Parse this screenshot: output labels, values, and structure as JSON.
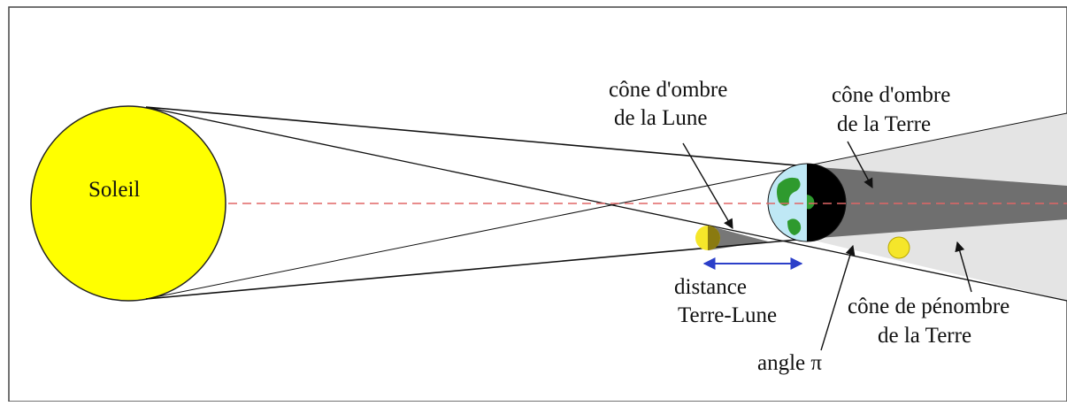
{
  "labels": {
    "sun": "Soleil",
    "moon_umbra_1": "cône d'ombre",
    "moon_umbra_2": "de la Lune",
    "earth_umbra_1": "cône d'ombre",
    "earth_umbra_2": "de la Terre",
    "distance_1": "distance",
    "distance_2": "Terre-Lune",
    "penumbra_1": "cône de pénombre",
    "penumbra_2": "de la Terre",
    "angle": "angle π"
  },
  "colors": {
    "sun": "#ffff00",
    "moon": "#f5e62a",
    "earth_ocean": "#bfe8f5",
    "earth_land": "#2e9a2e",
    "earth_night": "#000000",
    "umbra": "#6f6f6f",
    "penumbra": "#e4e4e4",
    "axis_line": "#e06666",
    "distance_arrow": "#2b3fc9"
  }
}
